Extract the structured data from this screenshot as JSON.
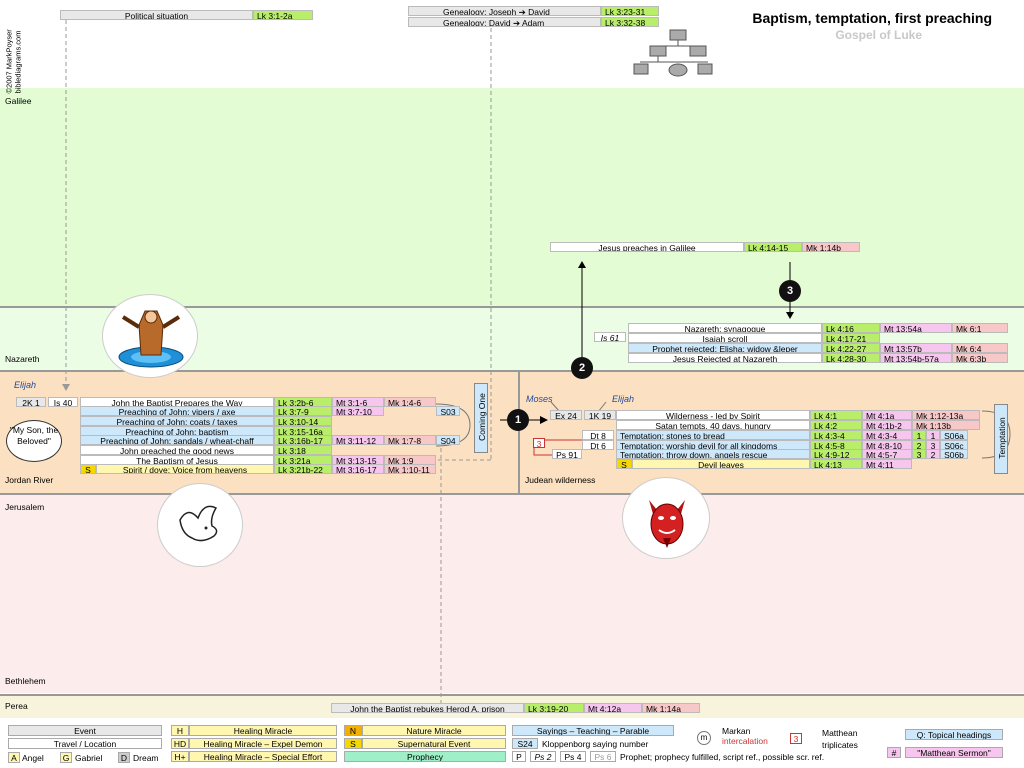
{
  "header": {
    "title": "Baptism, temptation, first preaching",
    "subtitle": "Gospel of Luke",
    "copyright_1": "©2007 MarkPoyser",
    "copyright_2": "biblediagrams.com",
    "political": {
      "label": "Political situation",
      "ref": "Lk 3:1-2a"
    },
    "genealogy": [
      {
        "label_1": "Genealogy: Joseph",
        "arrow": "➔",
        "label_2": "David",
        "ref": "Lk 3:23-31"
      },
      {
        "label_1": "Genealogy:  David",
        "arrow": "➔",
        "label_2": "Adam",
        "ref": "Lk 3:32-38"
      }
    ]
  },
  "locations": {
    "galilee": "Galilee",
    "nazareth": "Nazareth",
    "jordan": "Jordan River",
    "judean": "Judean wilderness",
    "jerusalem": "Jerusalem",
    "bethlehem": "Bethlehem",
    "perea": "Perea"
  },
  "galilee_event": {
    "label": "Jesus preaches in Galilee",
    "lk": "Lk 4:14-15",
    "mk": "Mk 1:14b"
  },
  "nazareth": {
    "is_ref": "Is 61",
    "rows": [
      {
        "label": "Nazareth; synagogue",
        "lk": "Lk 4:16",
        "mt": "Mt 13:54a",
        "mk": "Mk 6:1",
        "style": "w"
      },
      {
        "label": "Isaiah scroll",
        "lk": "Lk 4:17-21",
        "mt": "",
        "mk": "",
        "style": "w"
      },
      {
        "label": "Prophet rejected; Elisha: widow &leper",
        "lk": "Lk 4:22-27",
        "mt": "Mt 13:57b",
        "mk": "Mk 6:4",
        "style": "bl"
      },
      {
        "label": "Jesus Rejected at Nazareth",
        "lk": "Lk 4:28-30",
        "mt": "Mt 13:54b-57a",
        "mk": "Mk 6:3b",
        "style": "w"
      }
    ]
  },
  "jordan": {
    "elijah": "Elijah",
    "ref1": "2K 1",
    "ref2": "Is 40",
    "coming_one": "Coming One",
    "speech": "\"My Son, the Beloved\"",
    "rows": [
      {
        "label": "John the Baptist Prepares the Way",
        "lk": "Lk 3:2b-6",
        "mt": "Mt 3:1-6",
        "mk": "Mk 1:4-6",
        "s": "",
        "style": "w"
      },
      {
        "label": "Preaching of John: vipers / axe",
        "lk": "Lk 3:7-9",
        "mt": "Mt 3:7-10",
        "mk": "",
        "s": "S03",
        "style": "bl"
      },
      {
        "label": "Preaching of John: coats / taxes",
        "lk": "Lk 3:10-14",
        "mt": "",
        "mk": "",
        "s": "",
        "style": "bl"
      },
      {
        "label": "Preaching of John: baptism",
        "lk": "Lk 3:15-16a",
        "mt": "",
        "mk": "",
        "s": "",
        "style": "bl"
      },
      {
        "label": "Preaching of John: sandals / wheat-chaff",
        "lk": "Lk 3:16b-17",
        "mt": "Mt 3:11-12",
        "mk": "Mk 1:7-8",
        "s": "S04",
        "style": "bl"
      },
      {
        "label": "John preached the good news",
        "lk": "Lk 3:18",
        "mt": "",
        "mk": "",
        "s": "",
        "style": "w"
      },
      {
        "label": "The Baptism of Jesus",
        "lk": "Lk 3:21a",
        "mt": "Mt 3:13-15",
        "mk": "Mk 1:9",
        "s": "",
        "style": "w"
      },
      {
        "label": "Spirit / dove; Voice from heavens",
        "lk": "Lk 3:21b-22",
        "mt": "Mt 3:16-17",
        "mk": "Mk 1:10-11",
        "s": "",
        "style": "yl",
        "tag": "S"
      }
    ]
  },
  "judean": {
    "moses": "Moses",
    "elijah": "Elijah",
    "ex": "Ex 24",
    "ki": "1K 19",
    "temptation": "Temptation",
    "tri": "3",
    "rows": [
      {
        "ot": "",
        "label": "Wilderness - led by Spirit",
        "lk": "Lk 4:1",
        "mt": "Mt 4:1a",
        "mk": "Mk 1:12-13a",
        "style": "w"
      },
      {
        "ot": "",
        "label": "Satan tempts, 40 days, hungry",
        "lk": "Lk 4:2",
        "mt": "Mt 4:1b-2",
        "mk": "Mk 1:13b",
        "style": "w"
      },
      {
        "ot": "Dt 8",
        "label": "Temptation: stones to bread",
        "lk": "Lk 4:3-4",
        "mt": "Mt 4:3-4",
        "n1": "1",
        "n2": "1",
        "s": "S06a",
        "style": "bl"
      },
      {
        "ot": "Dt 6",
        "label": "Temptation: worship devil for all kingdoms",
        "lk": "Lk 4:5-8",
        "mt": "Mt 4:8-10",
        "n1": "2",
        "n2": "3",
        "s": "S06c",
        "style": "bl"
      },
      {
        "ot": "Ps 91",
        "label": "Temptation: throw down, angels rescue",
        "lk": "Lk 4:9-12",
        "mt": "Mt 4:5-7",
        "n1": "3",
        "n2": "2",
        "s": "S06b",
        "style": "bl"
      },
      {
        "ot": "",
        "label": "Devil leaves",
        "lk": "Lk 4:13",
        "mt": "Mt 4:11",
        "style": "yl",
        "tag": "S"
      }
    ]
  },
  "perea_event": {
    "label": "John the Baptist rebukes Herod A, prison",
    "lk": "Lk 3:19-20",
    "mt": "Mt 4:12a",
    "mk": "Mk 1:14a"
  },
  "steps": [
    "1",
    "2",
    "3"
  ],
  "legend": {
    "event": "Event",
    "travel": "Travel / Location",
    "angel_k": "A",
    "angel": "Angel",
    "gabriel_k": "G",
    "gabriel": "Gabriel",
    "dream_k": "D",
    "dream": "Dream",
    "h_k": "H",
    "h": "Healing Miracle",
    "hd_k": "HD",
    "hd": "Healing Miracle – Expel Demon",
    "hp_k": "H+",
    "hp": "Healing Miracle – Special Effort",
    "n_k": "N",
    "n": "Nature Miracle",
    "s_k": "S",
    "s": "Supernatural Event",
    "prophecy": "Prophecy",
    "sayings": "Sayings – Teaching – Parable",
    "s24": "S24",
    "kloppenborg": "Kloppenborg saying number",
    "p": "P",
    "ps2": "Ps 2",
    "ps4": "Ps 4",
    "ps6": "Ps 6",
    "prophet_text": "Prophet; prophecy fulfilled, script ref., possible scr. ref.",
    "markan_1": "Markan",
    "markan_2": "intercalation",
    "m": "m",
    "matthean_1": "Matthean",
    "matthean_2": "triplicates",
    "three": "3",
    "topical": "Q: Topical headings",
    "sermon_k": "#",
    "sermon": "\"Matthean Sermon\""
  }
}
